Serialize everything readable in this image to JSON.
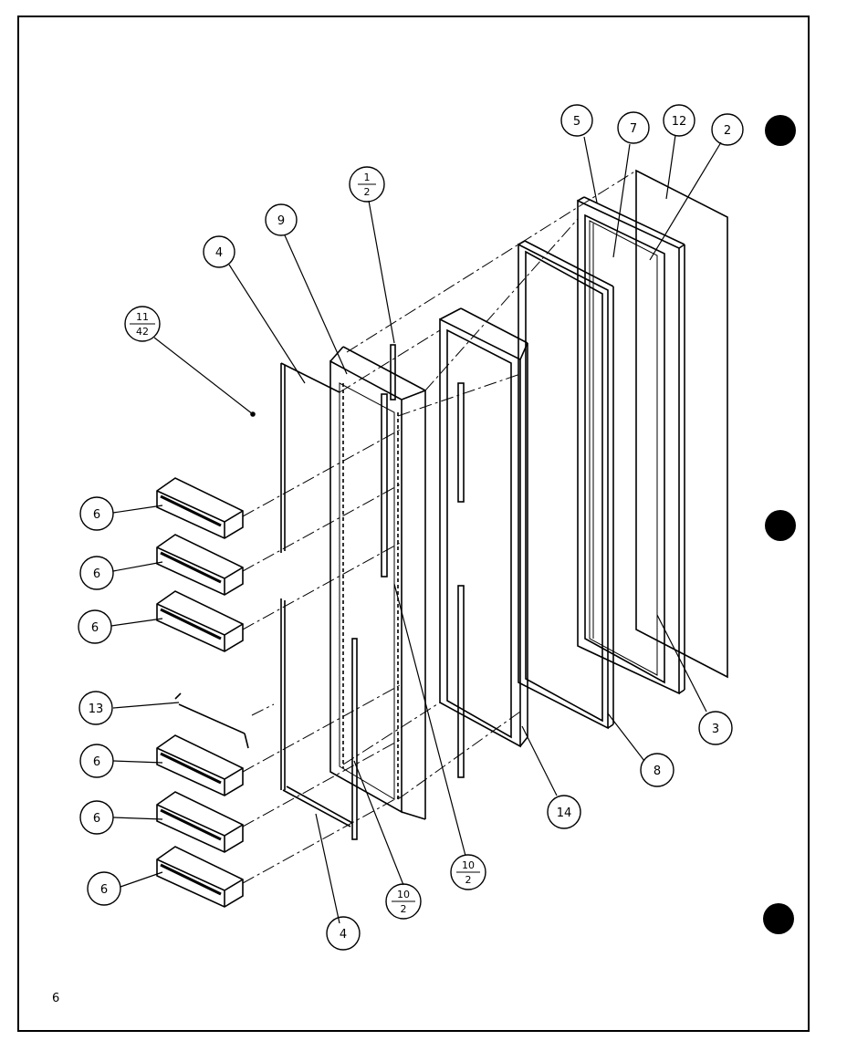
{
  "page_number": "6",
  "callouts": [
    {
      "id": "c-5",
      "label": "5"
    },
    {
      "id": "c-7",
      "label": "7"
    },
    {
      "id": "c-12",
      "label": "12"
    },
    {
      "id": "c-2",
      "label": "2"
    },
    {
      "id": "c-1-2",
      "num": "1",
      "den": "2"
    },
    {
      "id": "c-9",
      "label": "9"
    },
    {
      "id": "c-4-top",
      "label": "4"
    },
    {
      "id": "c-11-42",
      "num": "11",
      "den": "42"
    },
    {
      "id": "c-6-a",
      "label": "6"
    },
    {
      "id": "c-6-b",
      "label": "6"
    },
    {
      "id": "c-6-c",
      "label": "6"
    },
    {
      "id": "c-13",
      "label": "13"
    },
    {
      "id": "c-6-d",
      "label": "6"
    },
    {
      "id": "c-6-e",
      "label": "6"
    },
    {
      "id": "c-6-f",
      "label": "6"
    },
    {
      "id": "c-3",
      "label": "3"
    },
    {
      "id": "c-8",
      "label": "8"
    },
    {
      "id": "c-14",
      "label": "14"
    },
    {
      "id": "c-10-2-a",
      "num": "10",
      "den": "2"
    },
    {
      "id": "c-10-2-b",
      "num": "10",
      "den": "2"
    },
    {
      "id": "c-4-bottom",
      "label": "4"
    }
  ]
}
